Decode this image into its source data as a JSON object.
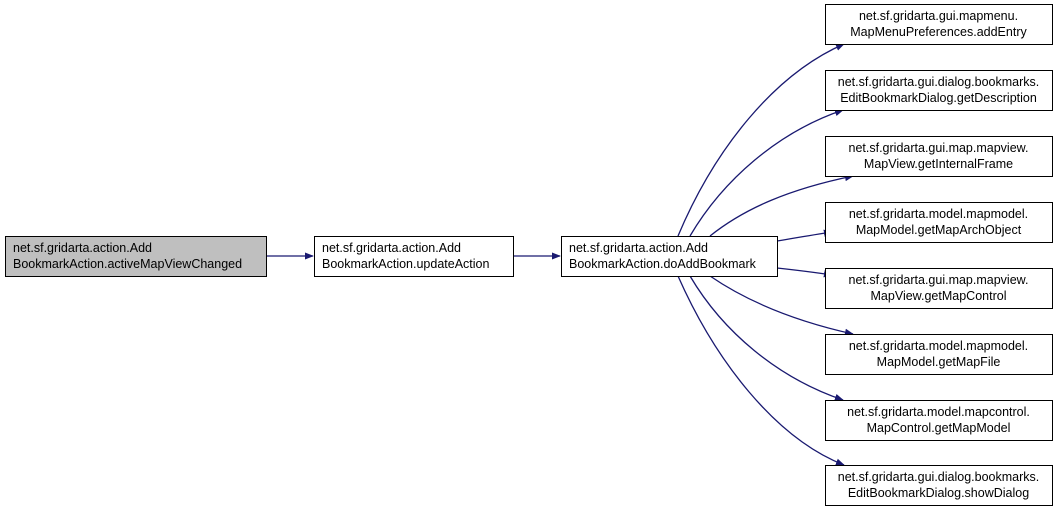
{
  "colors": {
    "edge": "#191970",
    "node_fill": "#ffffff",
    "root_fill": "#bfbfbf",
    "border": "#000000"
  },
  "nodes": [
    {
      "id": "activeMapViewChanged",
      "line1": "net.sf.gridarta.action.Add",
      "line2": "BookmarkAction.activeMapViewChanged",
      "root": true
    },
    {
      "id": "updateAction",
      "line1": "net.sf.gridarta.action.Add",
      "line2": "BookmarkAction.updateAction"
    },
    {
      "id": "doAddBookmark",
      "line1": "net.sf.gridarta.action.Add",
      "line2": "BookmarkAction.doAddBookmark"
    },
    {
      "id": "addEntry",
      "line1": "net.sf.gridarta.gui.mapmenu.",
      "line2": "MapMenuPreferences.addEntry"
    },
    {
      "id": "getDescription",
      "line1": "net.sf.gridarta.gui.dialog.bookmarks.",
      "line2": "EditBookmarkDialog.getDescription"
    },
    {
      "id": "getInternalFrame",
      "line1": "net.sf.gridarta.gui.map.mapview.",
      "line2": "MapView.getInternalFrame"
    },
    {
      "id": "getMapArchObject",
      "line1": "net.sf.gridarta.model.mapmodel.",
      "line2": "MapModel.getMapArchObject"
    },
    {
      "id": "getMapControl",
      "line1": "net.sf.gridarta.gui.map.mapview.",
      "line2": "MapView.getMapControl"
    },
    {
      "id": "getMapFile",
      "line1": "net.sf.gridarta.model.mapmodel.",
      "line2": "MapModel.getMapFile"
    },
    {
      "id": "getMapModel",
      "line1": "net.sf.gridarta.model.mapcontrol.",
      "line2": "MapControl.getMapModel"
    },
    {
      "id": "showDialog",
      "line1": "net.sf.gridarta.gui.dialog.bookmarks.",
      "line2": "EditBookmarkDialog.showDialog"
    }
  ],
  "edges": [
    {
      "from": "activeMapViewChanged",
      "to": "updateAction"
    },
    {
      "from": "updateAction",
      "to": "doAddBookmark"
    },
    {
      "from": "doAddBookmark",
      "to": "addEntry"
    },
    {
      "from": "doAddBookmark",
      "to": "getDescription"
    },
    {
      "from": "doAddBookmark",
      "to": "getInternalFrame"
    },
    {
      "from": "doAddBookmark",
      "to": "getMapArchObject"
    },
    {
      "from": "doAddBookmark",
      "to": "getMapControl"
    },
    {
      "from": "doAddBookmark",
      "to": "getMapFile"
    },
    {
      "from": "doAddBookmark",
      "to": "getMapModel"
    },
    {
      "from": "doAddBookmark",
      "to": "showDialog"
    }
  ]
}
